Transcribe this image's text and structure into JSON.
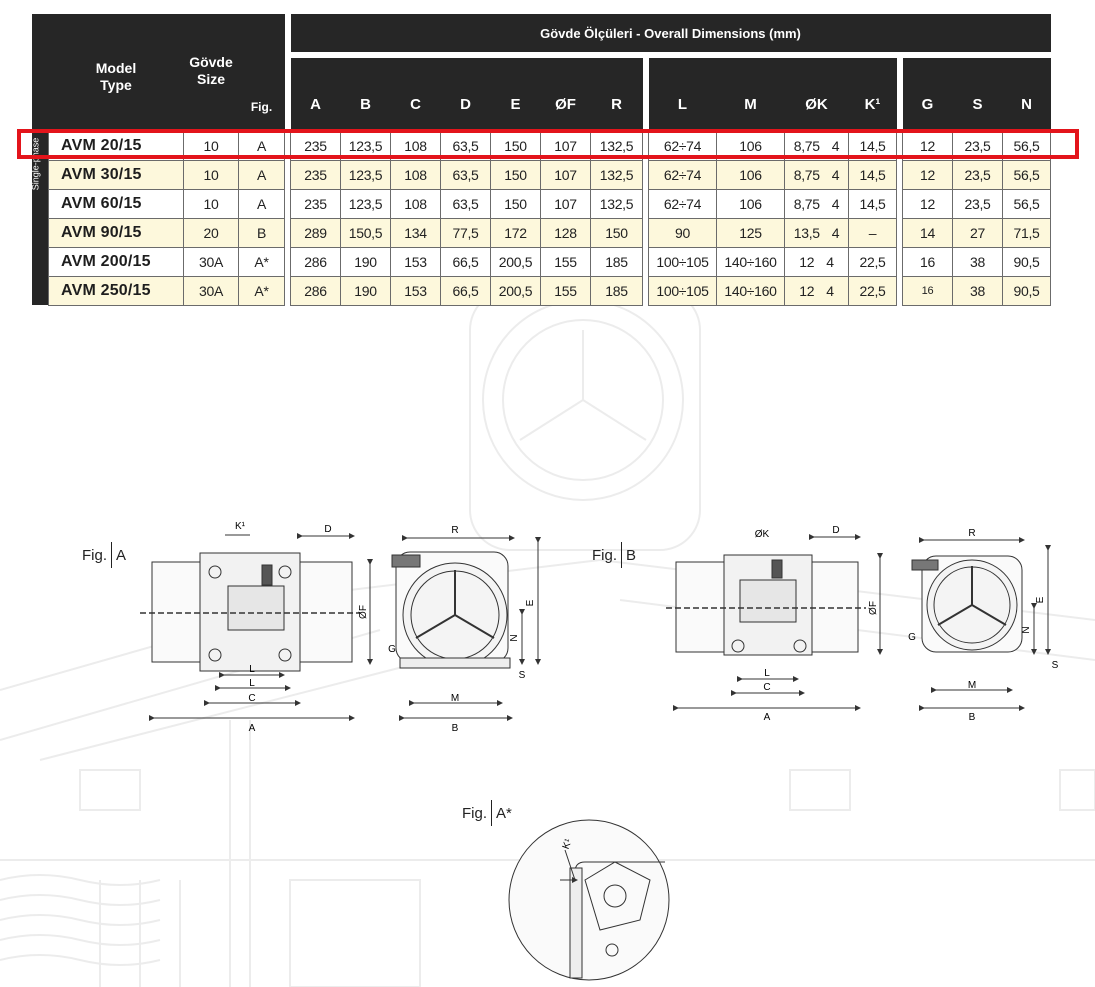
{
  "table": {
    "header": {
      "model_line1": "Model",
      "model_line2": "Type",
      "size_line1": "Gövde",
      "size_line2": "Size",
      "fig": "Fig.",
      "group_title": "Gövde Ölçüleri - Overall Dimensions (mm)",
      "columns": [
        "A",
        "B",
        "C",
        "D",
        "E",
        "ØF",
        "R",
        "L",
        "M",
        "ØK",
        "K¹",
        "G",
        "S",
        "N"
      ]
    },
    "side_label": "Single-phase",
    "rows": [
      {
        "model": "AVM 20/15",
        "size": "10",
        "fig": "A",
        "A": "235",
        "B": "123,5",
        "C": "108",
        "D": "63,5",
        "E": "150",
        "F": "107",
        "R": "132,5",
        "L": "62÷74",
        "M": "106",
        "K": "8,75",
        "K_n": "4",
        "K1": "14,5",
        "G": "12",
        "S": "23,5",
        "N": "56,5"
      },
      {
        "model": "AVM 30/15",
        "size": "10",
        "fig": "A",
        "A": "235",
        "B": "123,5",
        "C": "108",
        "D": "63,5",
        "E": "150",
        "F": "107",
        "R": "132,5",
        "L": "62÷74",
        "M": "106",
        "K": "8,75",
        "K_n": "4",
        "K1": "14,5",
        "G": "12",
        "S": "23,5",
        "N": "56,5"
      },
      {
        "model": "AVM 60/15",
        "size": "10",
        "fig": "A",
        "A": "235",
        "B": "123,5",
        "C": "108",
        "D": "63,5",
        "E": "150",
        "F": "107",
        "R": "132,5",
        "L": "62÷74",
        "M": "106",
        "K": "8,75",
        "K_n": "4",
        "K1": "14,5",
        "G": "12",
        "S": "23,5",
        "N": "56,5"
      },
      {
        "model": "AVM 90/15",
        "size": "20",
        "fig": "B",
        "A": "289",
        "B": "150,5",
        "C": "134",
        "D": "77,5",
        "E": "172",
        "F": "128",
        "R": "150",
        "L": "90",
        "M": "125",
        "K": "13,5",
        "K_n": "4",
        "K1": "–",
        "G": "14",
        "S": "27",
        "N": "71,5"
      },
      {
        "model": "AVM 200/15",
        "size": "30A",
        "fig": "A*",
        "A": "286",
        "B": "190",
        "C": "153",
        "D": "66,5",
        "E": "200,5",
        "F": "155",
        "R": "185",
        "L": "100÷105",
        "M": "140÷160",
        "K": "12",
        "K_n": "4",
        "K1": "22,5",
        "G": "16",
        "S": "38",
        "N": "90,5"
      },
      {
        "model": "AVM 250/15",
        "size": "30A",
        "fig": "A*",
        "A": "286",
        "B": "190",
        "C": "153",
        "D": "66,5",
        "E": "200,5",
        "F": "155",
        "R": "185",
        "L": "100÷105",
        "M": "140÷160",
        "K": "12",
        "K_n": "4",
        "K1": "22,5",
        "G": "16",
        "S": "38",
        "N": "90,5"
      }
    ]
  },
  "figures": {
    "fig_word": "Fig.",
    "fig_a": "A",
    "fig_b": "B",
    "fig_astar": "A*",
    "dim": {
      "A": "A",
      "B": "B",
      "C": "C",
      "D": "D",
      "E": "E",
      "F": "ØF",
      "K": "ØK",
      "K1": "K¹",
      "L": "L",
      "M": "M",
      "N": "N",
      "R": "R",
      "S": "S",
      "G": "G"
    }
  },
  "colors": {
    "header_bg": "#262626",
    "alt_row_bg": "#fdf8dc",
    "highlight": "#e3141b"
  }
}
